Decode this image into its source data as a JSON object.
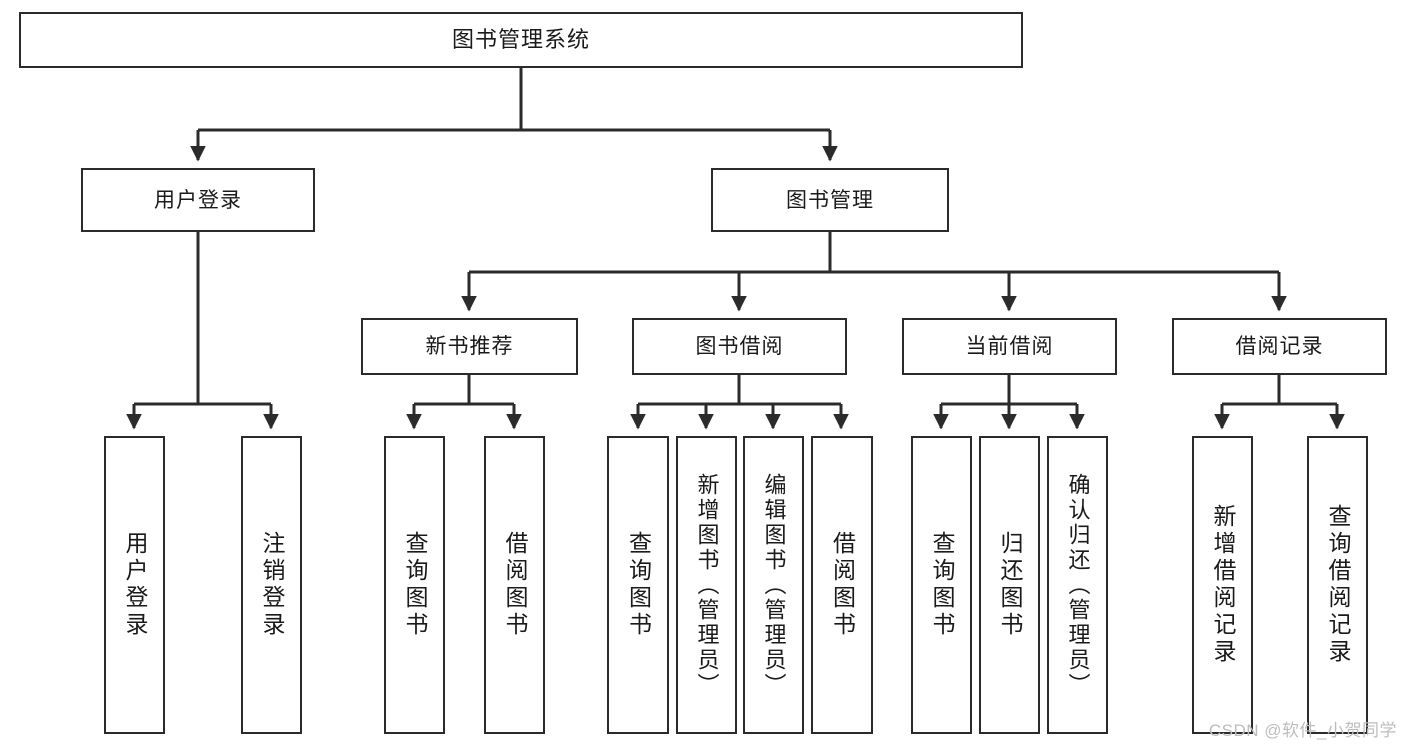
{
  "diagram": {
    "title": "图书管理系统",
    "type": "hierarchy-tree",
    "watermark": "CSDN @软件_小贺同学",
    "line_color": "#2b2b2b",
    "box_fill": "#ffffff",
    "text_color": "#1a1a1a",
    "watermark_color": "#bdbdbd"
  },
  "nodes": {
    "root": {
      "label": "图书管理系统",
      "level": 1
    },
    "level2": [
      {
        "id": "user-login",
        "label": "用户登录"
      },
      {
        "id": "book-manage",
        "label": "图书管理"
      }
    ],
    "level3": [
      {
        "id": "new-book-recommend",
        "label": "新书推荐",
        "parent": "book-manage"
      },
      {
        "id": "book-borrow",
        "label": "图书借阅",
        "parent": "book-manage"
      },
      {
        "id": "current-borrow",
        "label": "当前借阅",
        "parent": "book-manage"
      },
      {
        "id": "borrow-record",
        "label": "借阅记录",
        "parent": "book-manage"
      }
    ],
    "leaves": [
      {
        "id": "leaf-user-login",
        "label": "用户登录",
        "parent": "user-login"
      },
      {
        "id": "leaf-logout",
        "label": "注销登录",
        "parent": "user-login"
      },
      {
        "id": "leaf-query-book-1",
        "label": "查询图书",
        "parent": "new-book-recommend"
      },
      {
        "id": "leaf-borrow-book-1",
        "label": "借阅图书",
        "parent": "new-book-recommend"
      },
      {
        "id": "leaf-query-book-2",
        "label": "查询图书",
        "parent": "book-borrow"
      },
      {
        "id": "leaf-add-book",
        "label": "新增图书（管理员）",
        "parent": "book-borrow"
      },
      {
        "id": "leaf-edit-book",
        "label": "编辑图书（管理员）",
        "parent": "book-borrow"
      },
      {
        "id": "leaf-borrow-book-2",
        "label": "借阅图书",
        "parent": "book-borrow"
      },
      {
        "id": "leaf-query-book-3",
        "label": "查询图书",
        "parent": "current-borrow"
      },
      {
        "id": "leaf-return-book",
        "label": "归还图书",
        "parent": "current-borrow"
      },
      {
        "id": "leaf-confirm-return",
        "label": "确认归还（管理员）",
        "parent": "current-borrow"
      },
      {
        "id": "leaf-add-record",
        "label": "新增借阅记录",
        "parent": "borrow-record"
      },
      {
        "id": "leaf-query-record",
        "label": "查询借阅记录",
        "parent": "borrow-record"
      }
    ]
  }
}
